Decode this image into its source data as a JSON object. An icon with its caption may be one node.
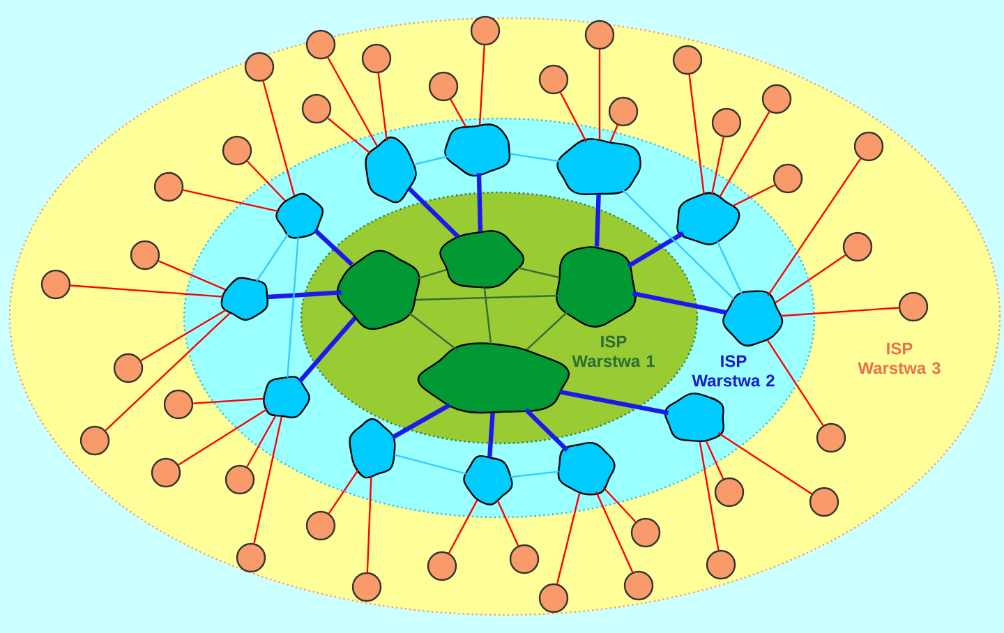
{
  "diagram": {
    "nodes": [
      {
        "text": [
          "ISP Warstwa 3"
        ]
      },
      {
        "text": [
          "ISP Warstwa 2"
        ],
        "in": 0
      },
      {
        "text": [
          "ISP Warstwa 1"
        ],
        "in": 1
      },
      {
        "text": [],
        "shape": "blob",
        "in": 2
      },
      {
        "text": [],
        "shape": "blob",
        "in": 2
      },
      {
        "text": [],
        "shape": "blob",
        "in": 2
      },
      {
        "text": [],
        "shape": "blob",
        "in": 2
      },
      {
        "text": [],
        "shape": "blob",
        "in": 1
      },
      {
        "text": [],
        "shape": "blob",
        "in": 1
      },
      {
        "text": [],
        "shape": "blob",
        "in": 1
      },
      {
        "text": [],
        "shape": "blob",
        "in": 1
      },
      {
        "text": [],
        "shape": "blob",
        "in": 1
      },
      {
        "text": [],
        "shape": "blob",
        "in": 1
      },
      {
        "text": [],
        "shape": "blob",
        "in": 1
      },
      {
        "text": [],
        "shape": "blob",
        "in": 1
      },
      {
        "text": [],
        "shape": "blob",
        "in": 1
      },
      {
        "text": [],
        "shape": "blob",
        "in": 1
      },
      {
        "text": [],
        "shape": "blob",
        "in": 1
      },
      {
        "text": [],
        "shape": "blob",
        "in": 1
      },
      {
        "text": [],
        "shape": "circle",
        "in": 0
      },
      {
        "text": [],
        "shape": "circle",
        "in": 0
      },
      {
        "text": [],
        "shape": "circle",
        "in": 0
      },
      {
        "text": [],
        "shape": "circle",
        "in": 0
      },
      {
        "text": [],
        "shape": "circle",
        "in": 0
      },
      {
        "text": [],
        "shape": "circle",
        "in": 0
      },
      {
        "text": [],
        "shape": "circle",
        "in": 0
      },
      {
        "text": [],
        "shape": "circle",
        "in": 0
      },
      {
        "text": [],
        "shape": "circle",
        "in": 0
      },
      {
        "text": [],
        "shape": "circle",
        "in": 0
      },
      {
        "text": [],
        "shape": "circle",
        "in": 0
      },
      {
        "text": [],
        "shape": "circle",
        "in": 0
      },
      {
        "text": [],
        "shape": "circle",
        "in": 0
      },
      {
        "text": [],
        "shape": "circle",
        "in": 0
      },
      {
        "text": [],
        "shape": "circle",
        "in": 0
      },
      {
        "text": [],
        "shape": "circle",
        "in": 0
      },
      {
        "text": [],
        "shape": "circle",
        "in": 0
      },
      {
        "text": [],
        "shape": "circle",
        "in": 0
      },
      {
        "text": [],
        "shape": "circle",
        "in": 0
      },
      {
        "text": [],
        "shape": "circle",
        "in": 0
      },
      {
        "text": [],
        "shape": "circle",
        "in": 0
      },
      {
        "text": [],
        "shape": "circle",
        "in": 0
      },
      {
        "text": [],
        "shape": "circle",
        "in": 0
      },
      {
        "text": [],
        "shape": "circle",
        "in": 0
      },
      {
        "text": [],
        "shape": "circle",
        "in": 0
      },
      {
        "text": [],
        "shape": "circle",
        "in": 0
      },
      {
        "text": [],
        "shape": "circle",
        "in": 0
      },
      {
        "text": [],
        "shape": "circle",
        "in": 0
      },
      {
        "text": [],
        "shape": "circle",
        "in": 0
      },
      {
        "text": [],
        "shape": "circle",
        "in": 0
      },
      {
        "text": [],
        "shape": "circle",
        "in": 0
      },
      {
        "text": [],
        "shape": "circle",
        "in": 0
      },
      {
        "text": [],
        "shape": "circle",
        "in": 0
      },
      {
        "text": [],
        "shape": "circle",
        "in": 0
      },
      {
        "text": [],
        "shape": "circle",
        "in": 0
      },
      {
        "text": [],
        "shape": "circle",
        "in": 0
      },
      {
        "text": [],
        "shape": "circle",
        "in": 0
      }
    ],
    "edges": [
      {
        "from": 3,
        "to": 4,
        "arrow": "none",
        "color": "#2e6b3a"
      },
      {
        "from": 4,
        "to": 5,
        "arrow": "none",
        "color": "#2e6b3a"
      },
      {
        "from": 3,
        "to": 5,
        "arrow": "none",
        "color": "#2e6b3a"
      },
      {
        "from": 3,
        "to": 6,
        "arrow": "none",
        "color": "#2e6b3a"
      },
      {
        "from": 4,
        "to": 6,
        "arrow": "none",
        "color": "#2e6b3a"
      },
      {
        "from": 5,
        "to": 6,
        "arrow": "none",
        "color": "#2e6b3a"
      },
      {
        "from": 4,
        "to": 7,
        "arrow": "none",
        "style": "thick",
        "color": "#1a1aee"
      },
      {
        "from": 4,
        "to": 8,
        "arrow": "none",
        "style": "thick",
        "color": "#1a1aee"
      },
      {
        "from": 5,
        "to": 9,
        "arrow": "none",
        "style": "thick",
        "color": "#1a1aee"
      },
      {
        "from": 5,
        "to": 10,
        "arrow": "none",
        "style": "thick",
        "color": "#1a1aee"
      },
      {
        "from": 5,
        "to": 11,
        "arrow": "none",
        "style": "thick",
        "color": "#1a1aee"
      },
      {
        "from": 6,
        "to": 12,
        "arrow": "none",
        "style": "thick",
        "color": "#1a1aee"
      },
      {
        "from": 6,
        "to": 13,
        "arrow": "none",
        "style": "thick",
        "color": "#1a1aee"
      },
      {
        "from": 6,
        "to": 14,
        "arrow": "none",
        "style": "thick",
        "color": "#1a1aee"
      },
      {
        "from": 6,
        "to": 15,
        "arrow": "none",
        "style": "thick",
        "color": "#1a1aee"
      },
      {
        "from": 3,
        "to": 16,
        "arrow": "none",
        "style": "thick",
        "color": "#1a1aee"
      },
      {
        "from": 3,
        "to": 17,
        "arrow": "none",
        "style": "thick",
        "color": "#1a1aee"
      },
      {
        "from": 3,
        "to": 18,
        "arrow": "none",
        "style": "thick",
        "color": "#1a1aee"
      },
      {
        "from": 7,
        "to": 8,
        "arrow": "none",
        "color": "#33ccff"
      },
      {
        "from": 8,
        "to": 9,
        "arrow": "none",
        "color": "#33ccff"
      },
      {
        "from": 9,
        "to": 11,
        "arrow": "none",
        "color": "#33ccff"
      },
      {
        "from": 10,
        "to": 11,
        "arrow": "none",
        "color": "#33ccff"
      },
      {
        "from": 18,
        "to": 17,
        "arrow": "none",
        "color": "#33ccff"
      },
      {
        "from": 18,
        "to": 16,
        "arrow": "none",
        "color": "#33ccff"
      },
      {
        "from": 15,
        "to": 14,
        "arrow": "none",
        "color": "#33ccff"
      },
      {
        "from": 14,
        "to": 13,
        "arrow": "none",
        "color": "#33ccff"
      },
      {
        "from": 7,
        "to": 19,
        "arrow": "none"
      },
      {
        "from": 7,
        "to": 20,
        "arrow": "none"
      },
      {
        "from": 7,
        "to": 21,
        "arrow": "none"
      },
      {
        "from": 8,
        "to": 22,
        "arrow": "none"
      },
      {
        "from": 8,
        "to": 23,
        "arrow": "none"
      },
      {
        "from": 9,
        "to": 24,
        "arrow": "none"
      },
      {
        "from": 9,
        "to": 25,
        "arrow": "none"
      },
      {
        "from": 9,
        "to": 26,
        "arrow": "none"
      },
      {
        "from": 10,
        "to": 27,
        "arrow": "none"
      },
      {
        "from": 10,
        "to": 28,
        "arrow": "none"
      },
      {
        "from": 10,
        "to": 29,
        "arrow": "none"
      },
      {
        "from": 10,
        "to": 30,
        "arrow": "none"
      },
      {
        "from": 11,
        "to": 31,
        "arrow": "none"
      },
      {
        "from": 11,
        "to": 32,
        "arrow": "none"
      },
      {
        "from": 11,
        "to": 33,
        "arrow": "none"
      },
      {
        "from": 11,
        "to": 34,
        "arrow": "none"
      },
      {
        "from": 12,
        "to": 35,
        "arrow": "none"
      },
      {
        "from": 12,
        "to": 36,
        "arrow": "none"
      },
      {
        "from": 12,
        "to": 37,
        "arrow": "none"
      },
      {
        "from": 13,
        "to": 38,
        "arrow": "none"
      },
      {
        "from": 13,
        "to": 39,
        "arrow": "none"
      },
      {
        "from": 13,
        "to": 40,
        "arrow": "none"
      },
      {
        "from": 14,
        "to": 41,
        "arrow": "none"
      },
      {
        "from": 14,
        "to": 42,
        "arrow": "none"
      },
      {
        "from": 15,
        "to": 43,
        "arrow": "none"
      },
      {
        "from": 15,
        "to": 44,
        "arrow": "none"
      },
      {
        "from": 16,
        "to": 45,
        "arrow": "none"
      },
      {
        "from": 16,
        "to": 46,
        "arrow": "none"
      },
      {
        "from": 16,
        "to": 47,
        "arrow": "none"
      },
      {
        "from": 16,
        "to": 48,
        "arrow": "none"
      },
      {
        "from": 17,
        "to": 49,
        "arrow": "none"
      },
      {
        "from": 17,
        "to": 50,
        "arrow": "none"
      },
      {
        "from": 17,
        "to": 51,
        "arrow": "none"
      },
      {
        "from": 17,
        "to": 52,
        "arrow": "none"
      },
      {
        "from": 18,
        "to": 53,
        "arrow": "none"
      },
      {
        "from": 18,
        "to": 54,
        "arrow": "none"
      },
      {
        "from": 18,
        "to": 55,
        "arrow": "none"
      }
    ]
  }
}
